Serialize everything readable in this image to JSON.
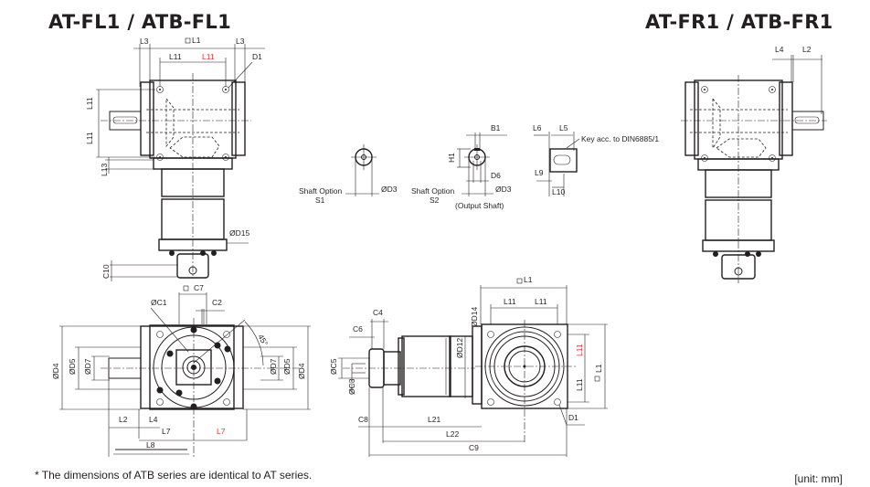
{
  "titles": {
    "left": "AT-FL1 / ATB-FL1",
    "right": "AT-FR1 / ATB-FR1"
  },
  "views": {
    "fl1_top": {
      "labels": {
        "l3_left": "L3",
        "l1": "L1",
        "l3_right": "L3",
        "l11_a": "L11",
        "l11_b": "L11",
        "d1": "D1",
        "l11_v1": "L11",
        "l11_v2": "L11",
        "l13": "L13",
        "d15": "ØD15",
        "c10": "C10"
      }
    },
    "fr1_top": {
      "labels": {
        "l4": "L4",
        "l2": "L2"
      }
    },
    "shaft_options": {
      "s1_caption_line1": "Shaft Option",
      "s1_caption_line2": "S1",
      "s1_d3": "ØD3",
      "s2_caption_line1": "Shaft Option",
      "s2_caption_line2": "S2",
      "s2_output": "(Output Shaft)",
      "b1": "B1",
      "h1": "H1",
      "d6": "D6",
      "s2_d3": "ØD3",
      "l6": "L6",
      "l5": "L5",
      "key_note": "Key acc. to DIN6885/1",
      "l9": "L9",
      "l10": "L10"
    },
    "fl1_front": {
      "labels": {
        "c7": "C7",
        "c1": "ØC1",
        "c2": "C2",
        "angle": "45°",
        "d4_left": "ØD4",
        "d5_left": "ØD5",
        "d7_left": "ØD7",
        "d7_right": "ØD7",
        "d5_right": "ØD5",
        "d4_right": "ØD4",
        "l2": "L2",
        "l4": "L4",
        "l7_a": "L7",
        "l7_b": "L7",
        "l8": "L8"
      }
    },
    "side": {
      "labels": {
        "l1_top": "L1",
        "l11_a": "L11",
        "l11_b": "L11",
        "d14": "ØD14",
        "c4": "C4",
        "c6": "C6",
        "c5": "ØC5",
        "c3": "ØC3",
        "d12": "ØD12",
        "l11_v1": "L11",
        "l11_v2": "L11",
        "l1_right": "L1",
        "d1": "D1",
        "c8": "C8",
        "l21": "L21",
        "l22": "L22",
        "c9": "C9"
      }
    }
  },
  "footnote": "* The dimensions of ATB series are identical to AT series.",
  "unit": "[unit: mm]"
}
